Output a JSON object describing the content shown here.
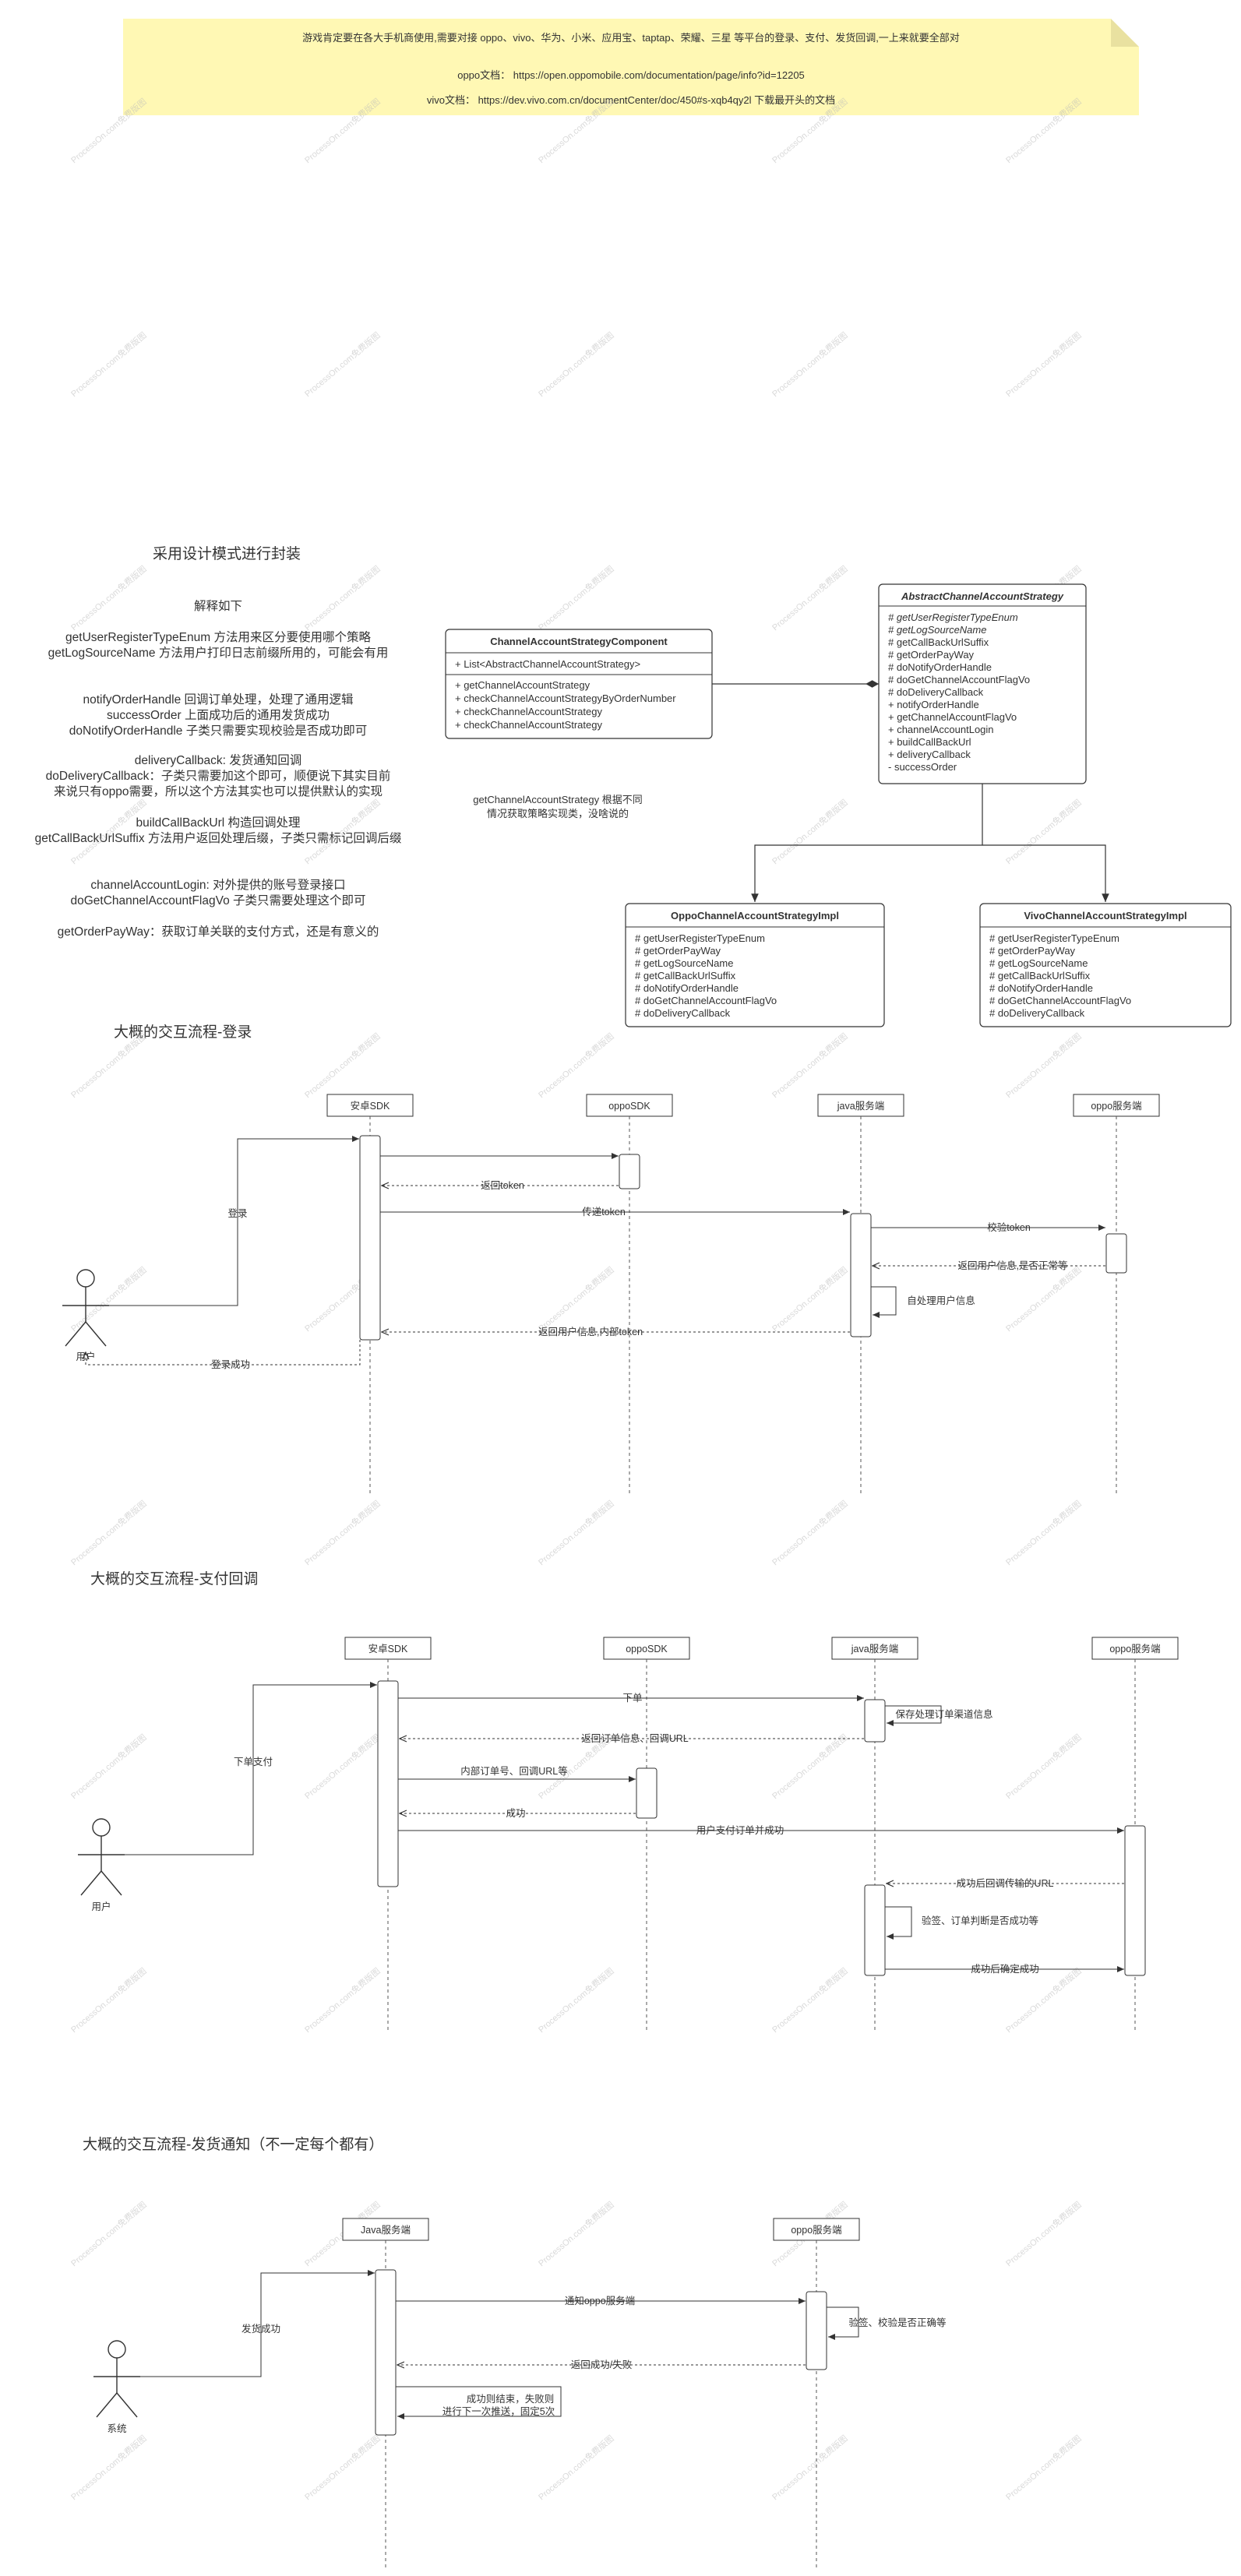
{
  "note": {
    "lines": [
      "游戏肯定要在各大手机商使用,需要对接 oppo、vivo、华为、小米、应用宝、taptap、荣耀、三星 等平台的登录、支付、发货回调,一上来就要全部对",
      "oppo文档：  https://open.oppomobile.com/documentation/page/info?id=12205",
      "vivo文档：  https://dev.vivo.com.cn/documentCenter/doc/450#s-xqb4qy2l    下载最开头的文档"
    ]
  },
  "design": {
    "title": "采用设计模式进行封装",
    "subtitle": "解释如下",
    "groups": [
      [
        "getUserRegisterTypeEnum 方法用来区分要使用哪个策略",
        "getLogSourceName  方法用户打印日志前缀所用的，可能会有用"
      ],
      [
        "notifyOrderHandle  回调订单处理，处理了通用逻辑",
        "successOrder  上面成功后的通用发货成功",
        "doNotifyOrderHandle 子类只需要实现校验是否成功即可"
      ],
      [
        "deliveryCallback:  发货通知回调",
        "doDeliveryCallback：子类只需要加这个即可，顺便说下其实目前",
        "来说只有oppo需要，所以这个方法其实也可以提供默认的实现"
      ],
      [
        "buildCallBackUrl 构造回调处理",
        "getCallBackUrlSuffix 方法用户返回处理后缀，子类只需标记回调后缀"
      ],
      [
        "channelAccountLogin:   对外提供的账号登录接口",
        "doGetChannelAccountFlagVo  子类只需要处理这个即可"
      ],
      [
        "getOrderPayWay：获取订单关联的支付方式，还是有意义的"
      ]
    ]
  },
  "classes": {
    "component": {
      "title": "ChannelAccountStrategyComponent",
      "fields": [
        "+ List<AbstractChannelAccountStrategy>"
      ],
      "methods": [
        "+ getChannelAccountStrategy",
        "+ checkChannelAccountStrategyByOrderNumber",
        "+ checkChannelAccountStrategy",
        "+ checkChannelAccountStrategy"
      ]
    },
    "abstract": {
      "title": "AbstractChannelAccountStrategy",
      "members": [
        "# getUserRegisterTypeEnum",
        "# getLogSourceName",
        "# getCallBackUrlSuffix",
        "# getOrderPayWay",
        "# doNotifyOrderHandle",
        "# doGetChannelAccountFlagVo",
        "# doDeliveryCallback",
        "+ notifyOrderHandle",
        "+ getChannelAccountFlagVo",
        "+ channelAccountLogin",
        "+ buildCallBackUrl",
        "+ deliveryCallback",
        "- successOrder"
      ]
    },
    "oppo": {
      "title": "OppoChannelAccountStrategyImpl",
      "members": [
        "# getUserRegisterTypeEnum",
        "# getOrderPayWay",
        "# getLogSourceName",
        "# getCallBackUrlSuffix",
        "# doNotifyOrderHandle",
        "# doGetChannelAccountFlagVo",
        "# doDeliveryCallback"
      ]
    },
    "vivo": {
      "title": "VivoChannelAccountStrategyImpl",
      "members": [
        "# getUserRegisterTypeEnum",
        "# getOrderPayWay",
        "# getLogSourceName",
        "# getCallBackUrlSuffix",
        "# doNotifyOrderHandle",
        "# doGetChannelAccountFlagVo",
        "# doDeliveryCallback"
      ]
    },
    "component_note": [
      "getChannelAccountStrategy 根据不同",
      "情况获取策略实现类，没啥说的"
    ]
  },
  "seq_login": {
    "title": "大概的交互流程-登录",
    "actor": "用户",
    "participants": [
      "安卓SDK",
      "oppoSDK",
      "java服务端",
      "oppo服务端"
    ],
    "messages": [
      "登录",
      "返回token",
      "传递token",
      "校验token",
      "返回用户信息,是否正常等",
      "自处理用户信息",
      "返回用户信息,内部token",
      "登录成功"
    ]
  },
  "seq_pay": {
    "title": "大概的交互流程-支付回调",
    "actor": "用户",
    "participants": [
      "安卓SDK",
      "oppoSDK",
      "java服务端",
      "oppo服务端"
    ],
    "messages": [
      "下单支付",
      "下单",
      "保存处理订单渠道信息",
      "返回订单信息、回调URL",
      "内部订单号、回调URL等",
      "成功",
      "用户支付订单并成功",
      "成功后回调传输的URL",
      "验签、订单判断是否成功等",
      "成功后确定成功"
    ]
  },
  "seq_delivery": {
    "title": "大概的交互流程-发货通知（不一定每个都有）",
    "actor": "系统",
    "participants": [
      "Java服务端",
      "oppo服务端"
    ],
    "messages": [
      "发货成功",
      "通知oppo服务端",
      "验签、校验是否正确等",
      "返回成功/失败",
      "成功则结束，失败则",
      "进行下一次推送，固定5次"
    ]
  },
  "watermark": "ProcessOn.com免费版图"
}
